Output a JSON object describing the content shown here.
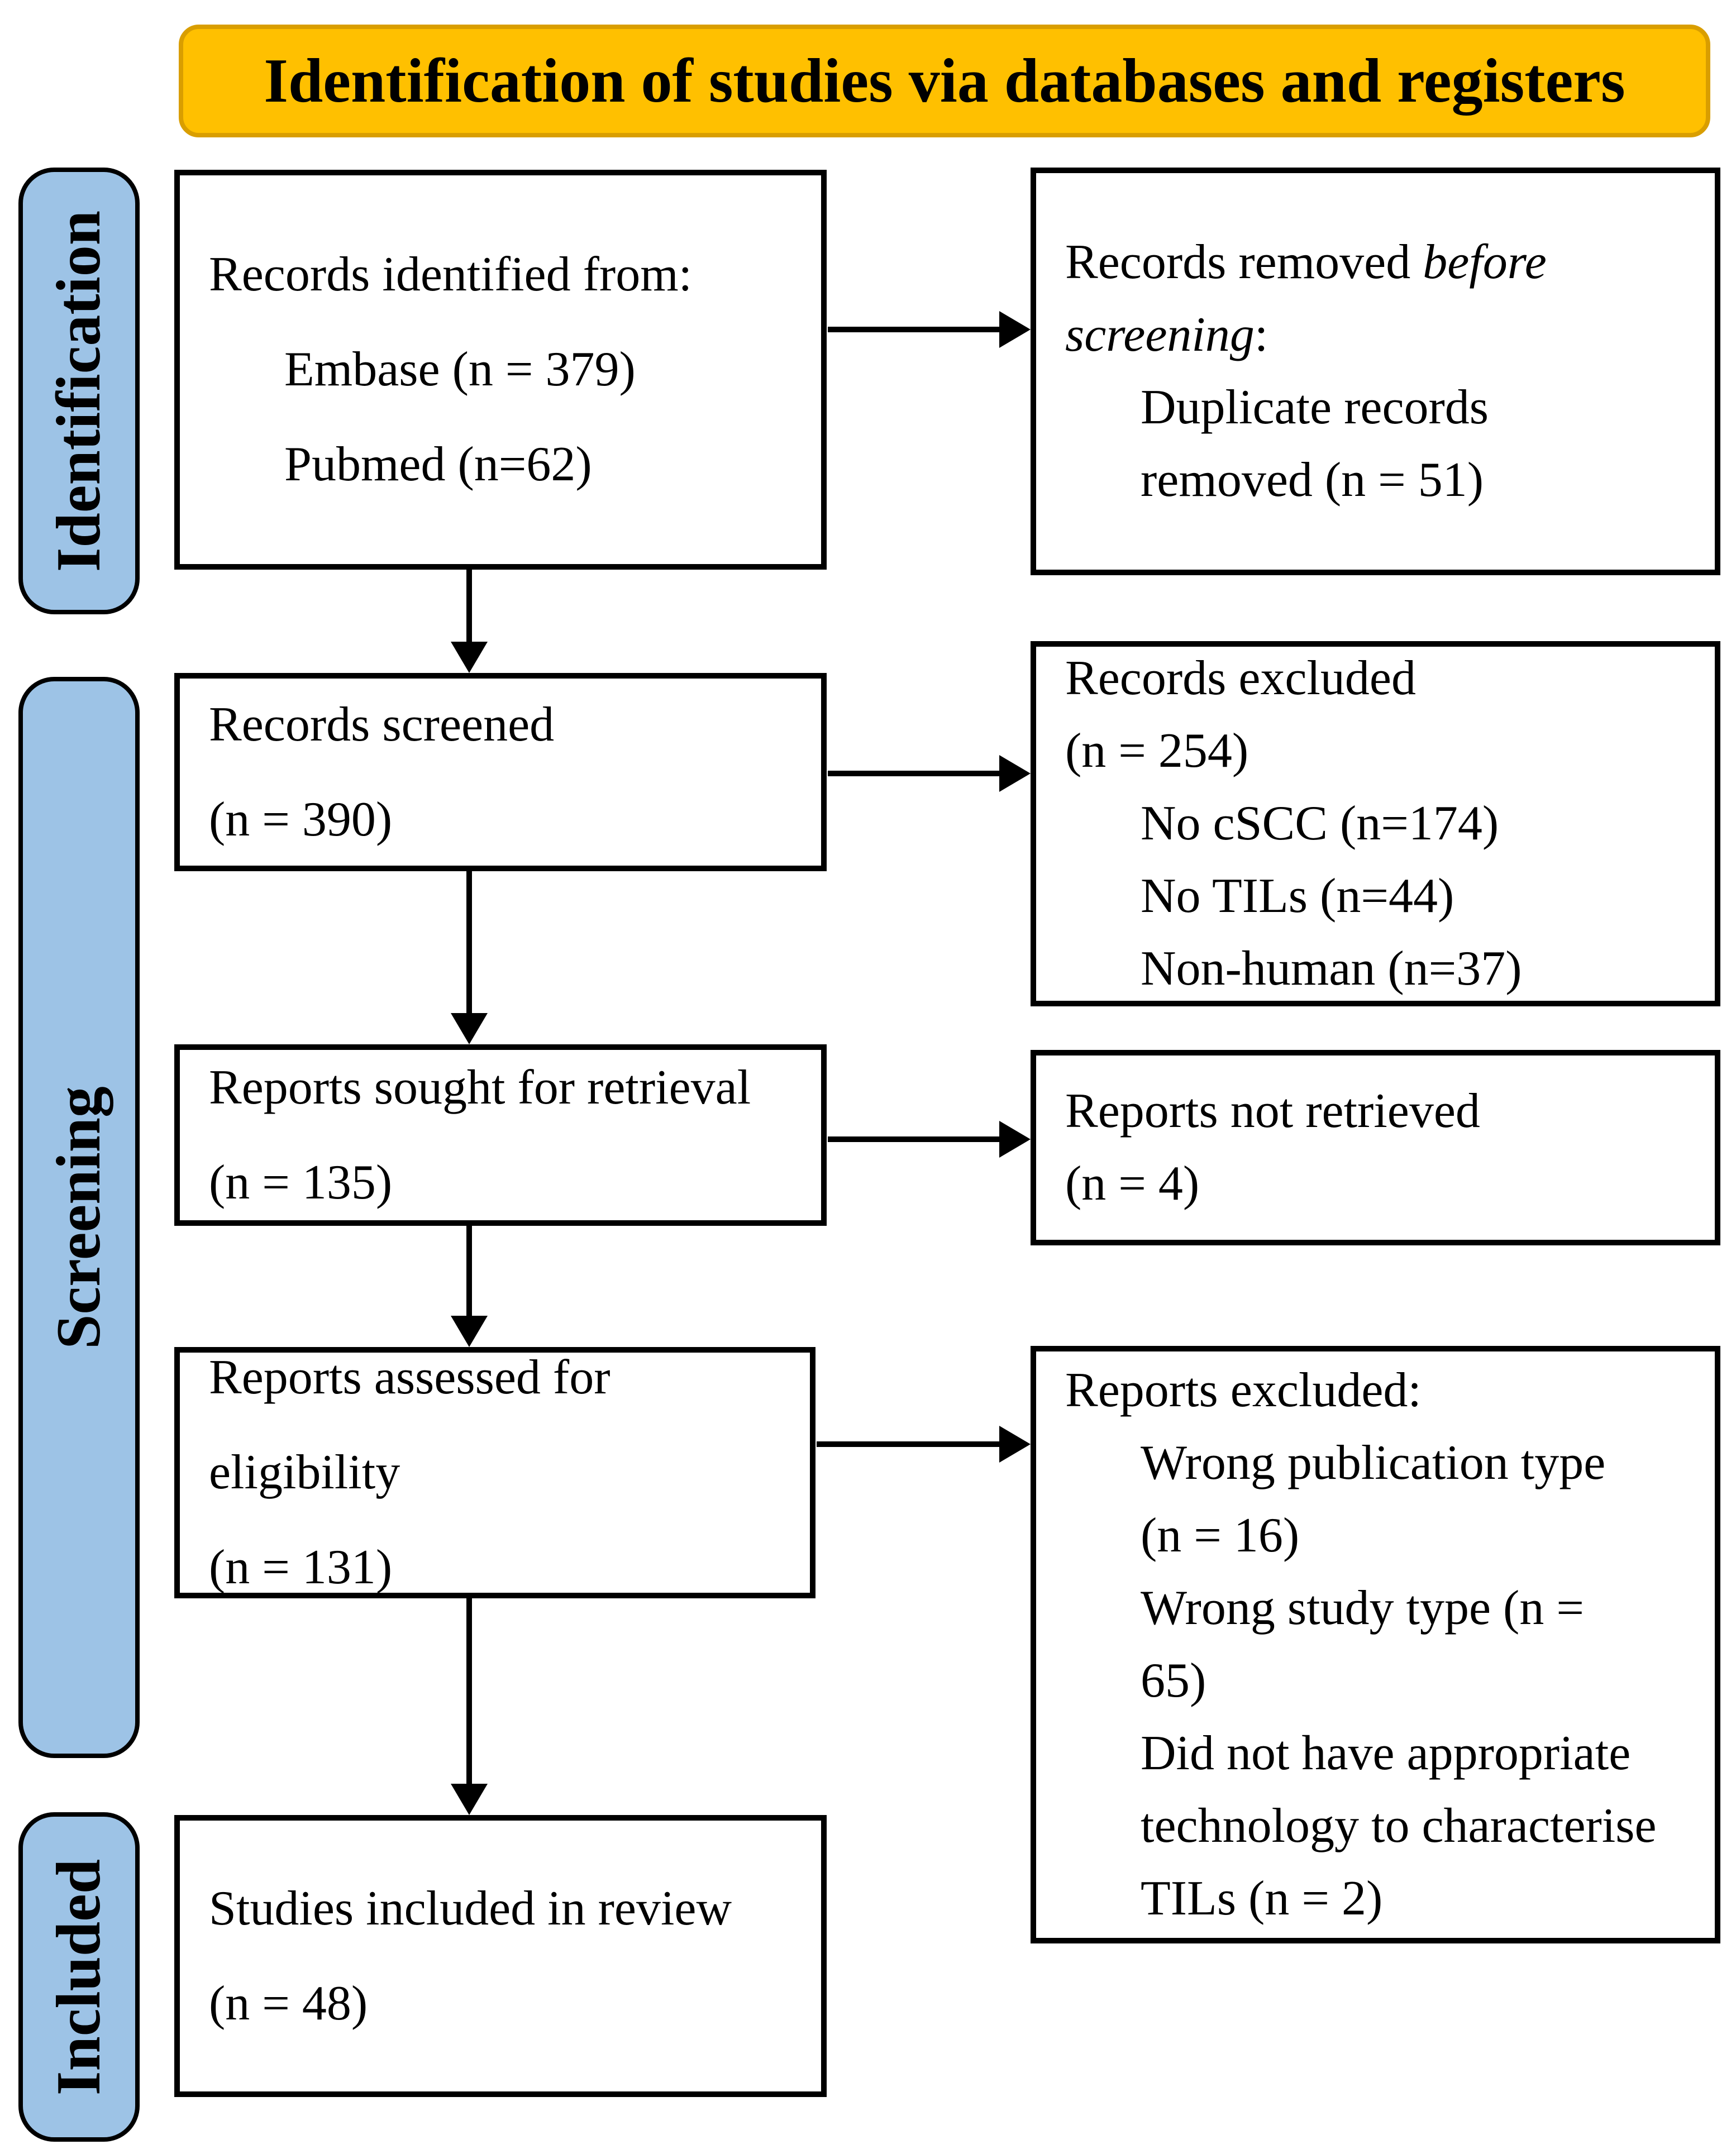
{
  "header": {
    "title": "Identification of studies via databases and registers"
  },
  "stages": {
    "identification": "Identification",
    "screening": "Screening",
    "included": "Included"
  },
  "colors": {
    "header_bg": "#FFC000",
    "header_border": "#D99E00",
    "stage_bg": "#9DC3E6",
    "stage_border": "#000000",
    "box_border": "#000000",
    "arrow": "#000000",
    "text": "#000000",
    "background": "#FFFFFF"
  },
  "box1": {
    "l1": "Records identified from:",
    "l2": "Embase (n = 379)",
    "l3": "Pubmed (n=62)"
  },
  "box2": {
    "l1": "Records screened",
    "l2": "(n = 390)"
  },
  "box3": {
    "l1": "Reports sought for retrieval",
    "l2": "(n = 135)"
  },
  "box4": {
    "l1": "Reports assessed for",
    "l2": "eligibility",
    "l3": "(n = 131)"
  },
  "box5": {
    "l1": "Studies included in review",
    "l2": "(n = 48)"
  },
  "rbox1": {
    "l1_pre": "Records removed ",
    "l1_it": "before",
    "l2_it": "screening",
    "l2_post": ":",
    "l3": "Duplicate records",
    "l4": "removed  (n = 51)"
  },
  "rbox2": {
    "l1": "Records excluded",
    "l2": "(n = 254)",
    "l3": "No cSCC (n=174)",
    "l4": "No TILs (n=44)",
    "l5": "Non-human (n=37)"
  },
  "rbox3": {
    "l1": "Reports not retrieved",
    "l2": "(n = 4)"
  },
  "rbox4": {
    "l1": "Reports excluded:",
    "l2": "Wrong publication type",
    "l3": "(n = 16)",
    "l4": "Wrong study type (n =",
    "l5": "65)",
    "l6": "Did not have appropriate",
    "l7": "technology to characterise",
    "l8": "TILs (n = 2)"
  }
}
